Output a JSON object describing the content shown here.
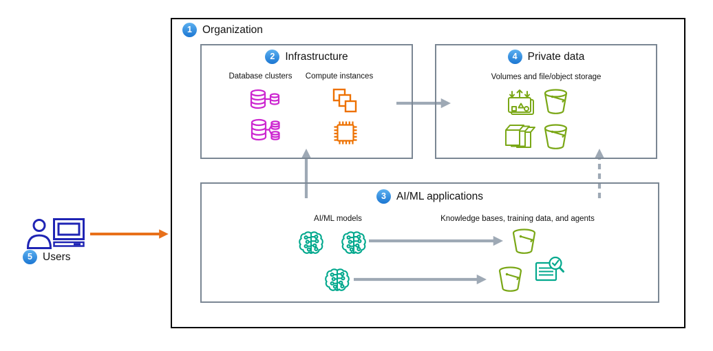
{
  "colors": {
    "org_border": "#000000",
    "box_border": "#7A8693",
    "arrow_gray": "#9EA9B5",
    "arrow_orange": "#E8701A",
    "badge_blue": "#2186D9",
    "database_magenta": "#CC26D0",
    "compute_orange": "#ED7100",
    "storage_green": "#7AA716",
    "ml_teal": "#01A88D",
    "users_indigo": "#1F24B4"
  },
  "organization": {
    "badge": "1",
    "label": "Organization"
  },
  "infrastructure": {
    "badge": "2",
    "label": "Infrastructure",
    "columns": [
      "Database clusters",
      "Compute instances"
    ],
    "icons": [
      "database-replica-icon",
      "database-cluster-icon",
      "compute-instances-icon",
      "processor-chip-icon"
    ]
  },
  "private_data": {
    "badge": "4",
    "label": "Private data",
    "subtitle": "Volumes and file/object storage",
    "icons": [
      "backup-restore-icon",
      "storage-bucket-icon",
      "volumes-icon",
      "storage-bucket-icon"
    ]
  },
  "aiml": {
    "badge": "3",
    "label": "AI/ML applications",
    "models_label": "AI/ML models",
    "knowledge_label": "Knowledge bases, training data, and agents",
    "icons": [
      "ml-brain-icon",
      "ml-brain-icon",
      "ml-brain-icon",
      "storage-bucket-icon",
      "storage-bucket-icon",
      "document-scan-icon"
    ]
  },
  "users": {
    "badge": "5",
    "label": "Users",
    "icons": [
      "person-icon",
      "computer-icon"
    ]
  }
}
